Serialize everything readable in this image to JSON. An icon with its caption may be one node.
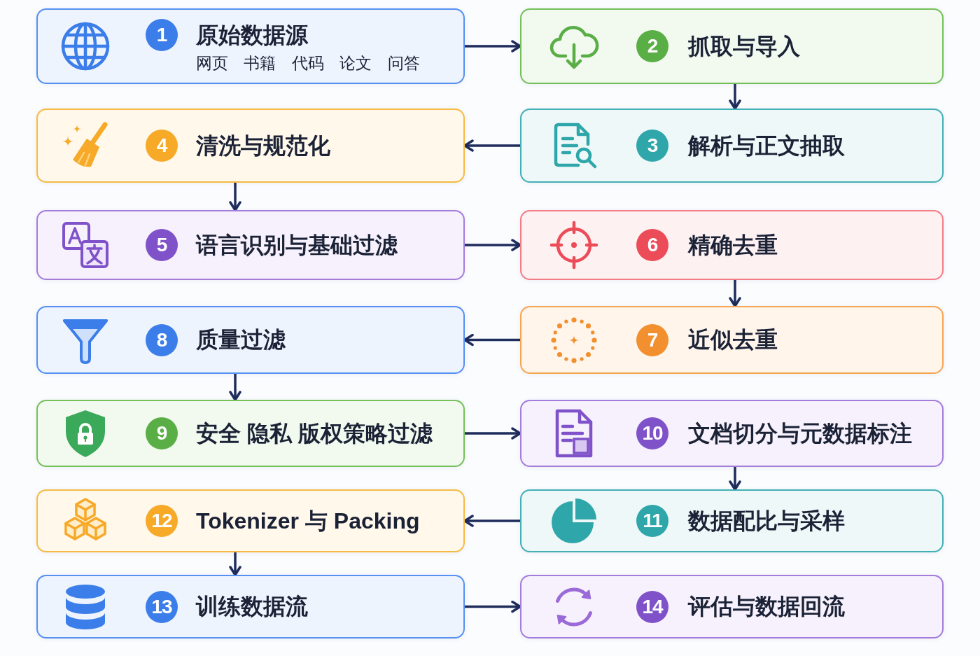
{
  "diagram": {
    "nodes": [
      {
        "text": [
          "1",
          "原始数据源",
          "网页 书籍 代码 论文 问答"
        ]
      },
      {
        "text": [
          "2",
          "抓取与导入"
        ]
      },
      {
        "text": [
          "3",
          "解析与正文抽取"
        ]
      },
      {
        "text": [
          "4",
          "清洗与规范化"
        ]
      },
      {
        "text": [
          "5",
          "语言识别与基础过滤"
        ]
      },
      {
        "text": [
          "6",
          "精确去重"
        ]
      },
      {
        "text": [
          "7",
          "近似去重"
        ]
      },
      {
        "text": [
          "8",
          "质量过滤"
        ]
      },
      {
        "text": [
          "9",
          "安全 隐私 版权策略过滤"
        ]
      },
      {
        "text": [
          "10",
          "文档切分与元数据标注"
        ]
      },
      {
        "text": [
          "11",
          "数据配比与采样"
        ]
      },
      {
        "text": [
          "12",
          "Tokenizer 与 Packing"
        ]
      },
      {
        "text": [
          "13",
          "训练数据流"
        ]
      },
      {
        "text": [
          "14",
          "评估与数据回流"
        ]
      }
    ],
    "edges": [
      {
        "from": 0,
        "to": 1,
        "arrow": "to"
      },
      {
        "from": 1,
        "to": 2,
        "arrow": "to"
      },
      {
        "from": 2,
        "to": 3,
        "arrow": "to"
      },
      {
        "from": 3,
        "to": 4,
        "arrow": "to"
      },
      {
        "from": 4,
        "to": 5,
        "arrow": "to"
      },
      {
        "from": 5,
        "to": 6,
        "arrow": "to"
      },
      {
        "from": 6,
        "to": 7,
        "arrow": "to"
      },
      {
        "from": 7,
        "to": 8,
        "arrow": "to"
      },
      {
        "from": 8,
        "to": 9,
        "arrow": "to"
      },
      {
        "from": 9,
        "to": 10,
        "arrow": "to"
      },
      {
        "from": 10,
        "to": 11,
        "arrow": "to"
      },
      {
        "from": 11,
        "to": 12,
        "arrow": "to"
      },
      {
        "from": 12,
        "to": 13,
        "arrow": "to"
      }
    ]
  }
}
